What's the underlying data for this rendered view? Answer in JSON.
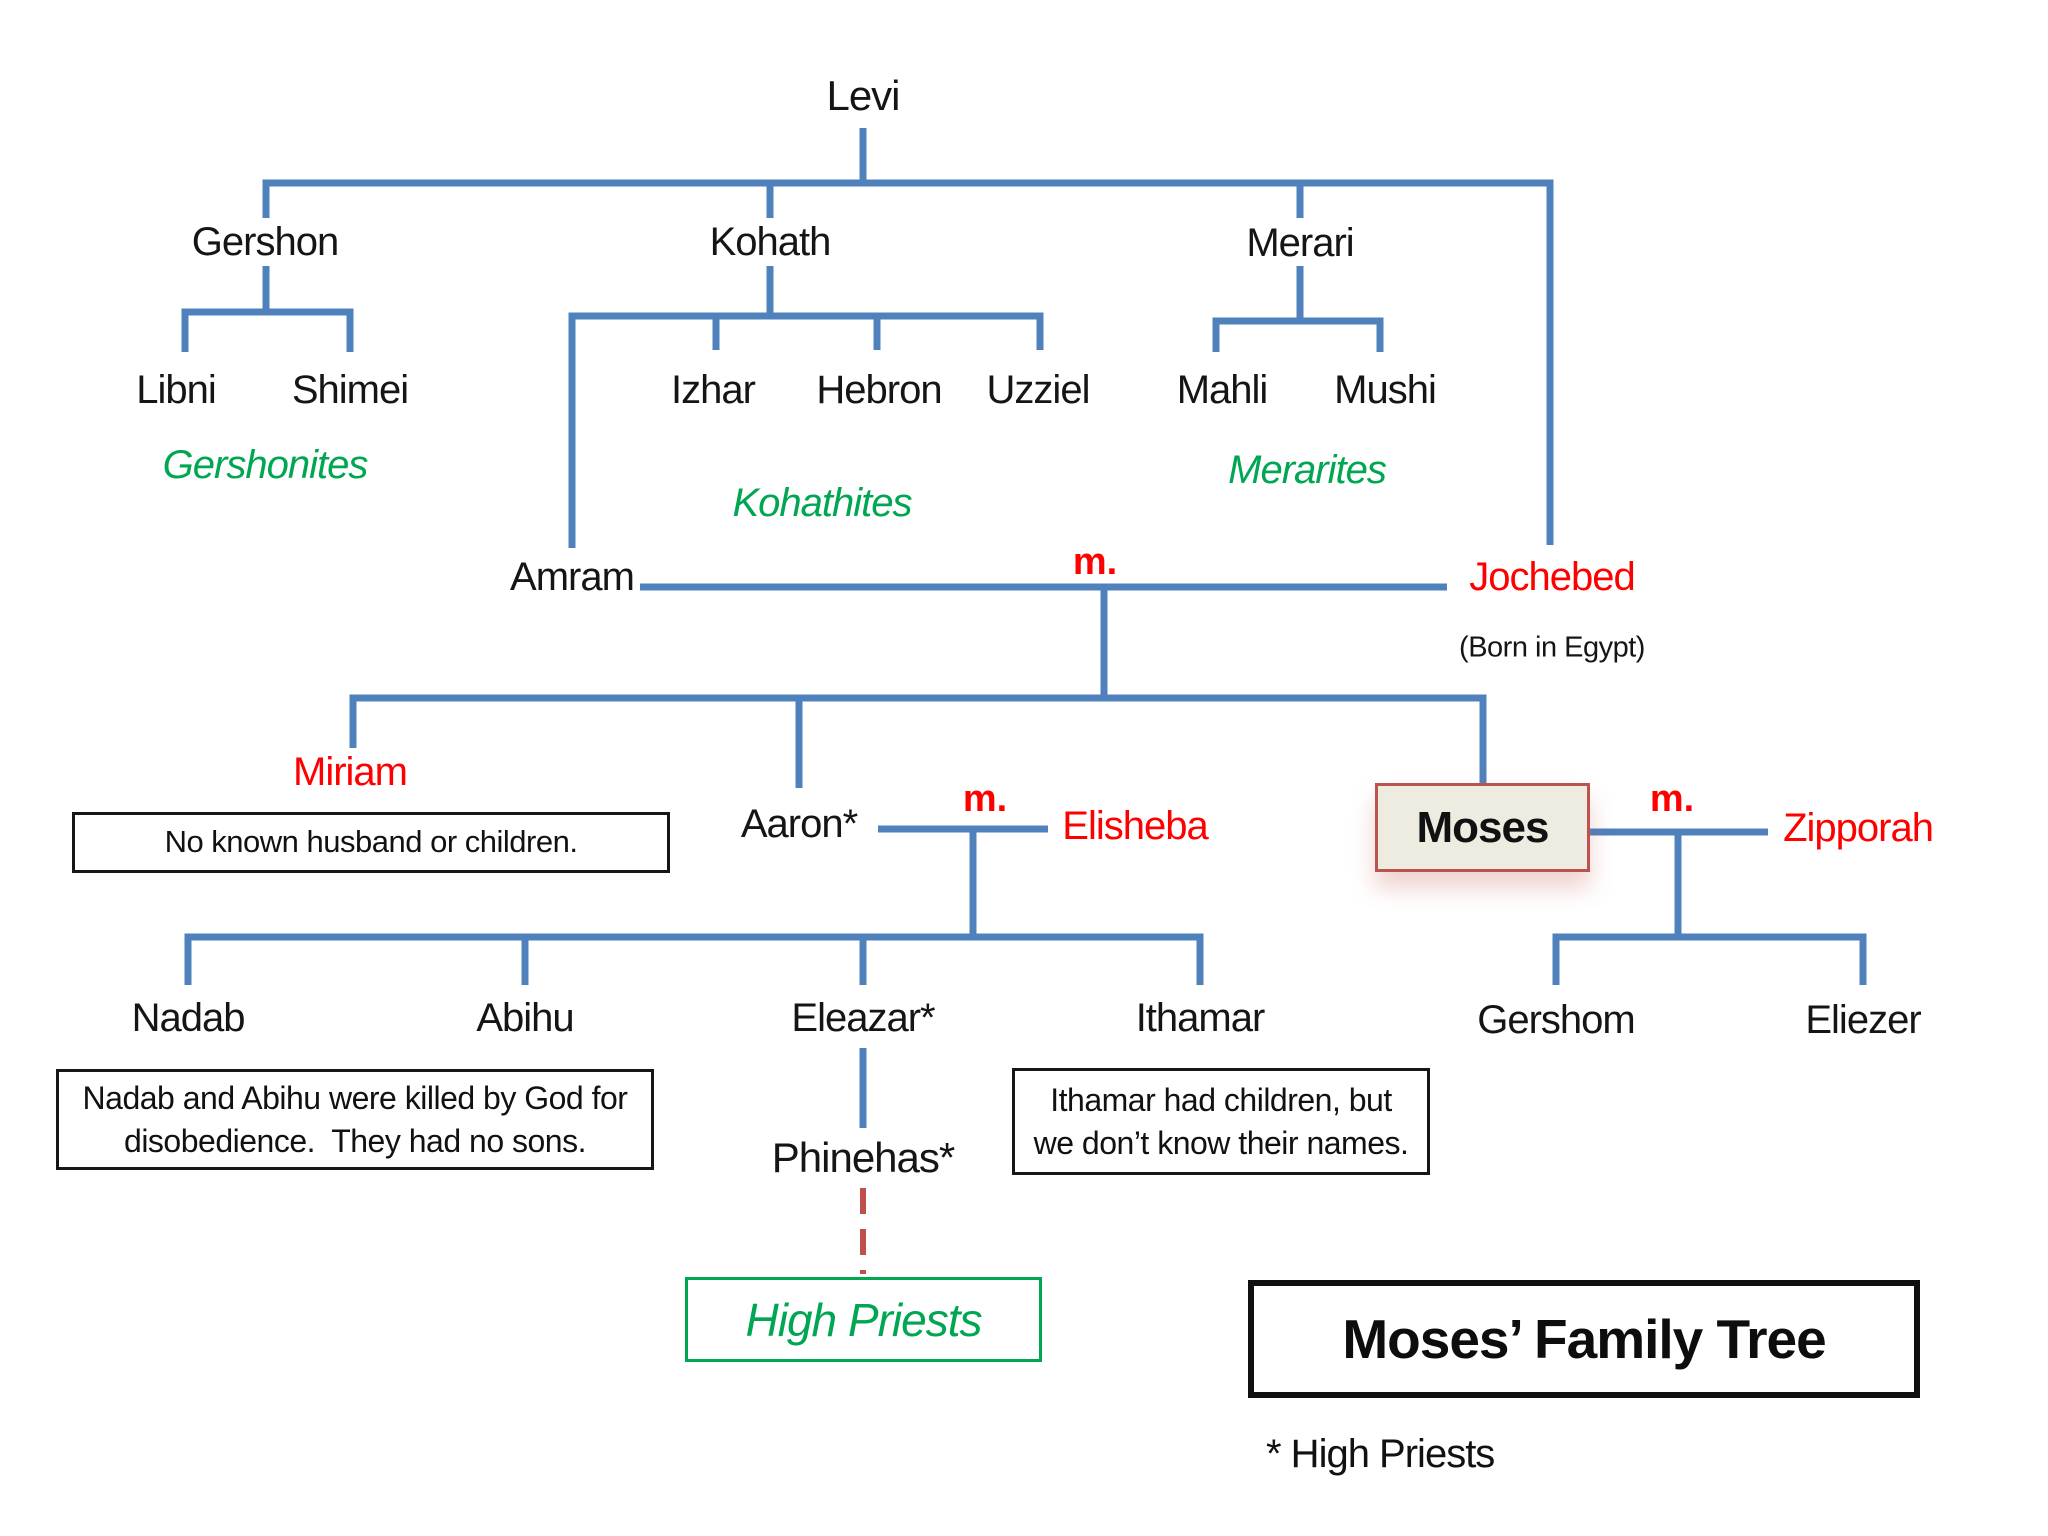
{
  "title": "Moses’ Family Tree",
  "marriage_marker": "m.",
  "tree": {
    "levi": "Levi",
    "gershon": "Gershon",
    "kohath": "Kohath",
    "merari": "Merari",
    "libni": "Libni",
    "shimei": "Shimei",
    "izhar": "Izhar",
    "hebron": "Hebron",
    "uzziel": "Uzziel",
    "mahli": "Mahli",
    "mushi": "Mushi",
    "amram": "Amram",
    "jochebed": "Jochebed",
    "jochebed_note": "(Born in Egypt)",
    "miriam": "Miriam",
    "aaron": "Aaron*",
    "elisheba": "Elisheba",
    "moses": "Moses",
    "zipporah": "Zipporah",
    "nadab": "Nadab",
    "abihu": "Abihu",
    "eleazar": "Eleazar*",
    "ithamar": "Ithamar",
    "gershom": "Gershom",
    "eliezer": "Eliezer",
    "phinehas": "Phinehas*"
  },
  "clans": {
    "gershonites": "Gershonites",
    "kohathites": "Kohathites",
    "merarites": "Merarites"
  },
  "notes": {
    "miriam_note": "No known husband or children.",
    "nadab_abihu_line1": "Nadab and Abihu were killed by God for",
    "nadab_abihu_line2": "disobedience.  They had no sons.",
    "ithamar_line1": "Ithamar had children, but",
    "ithamar_line2": "we don’t know their names.",
    "high_priests_box": "High Priests",
    "asterisk_note": "* High Priests"
  },
  "colors": {
    "tree_line_blue": "#4f81bd",
    "name_red": "#fe0000",
    "clan_green": "#00a651",
    "high_priest_dash_red": "#c0504d",
    "moses_box_fill": "#eeece1",
    "moses_box_border": "#bb544e",
    "text_black": "#111111"
  }
}
